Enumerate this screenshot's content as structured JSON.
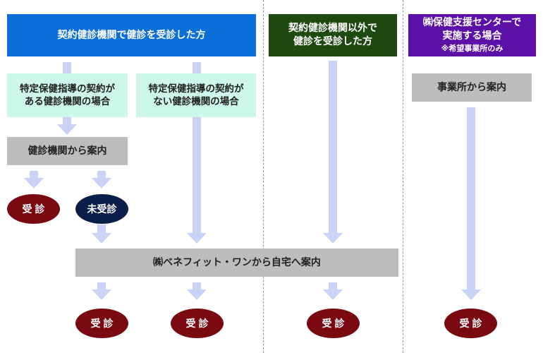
{
  "headers": {
    "contract": "契約健診機関で健診を受診した方",
    "other_line1": "契約健診機関以外で",
    "other_line2": "健診を受診した方",
    "center_line1": "㈱保健支援センターで",
    "center_line2": "実施する場合",
    "center_note": "※希望事業所のみ"
  },
  "boxes": {
    "with_contract_line1": "特定保健指導の契約が",
    "with_contract_line2": "ある健診機関の場合",
    "without_contract_line1": "特定保健指導の契約が",
    "without_contract_line2": "ない健診機関の場合",
    "from_clinic": "健診機関から案内",
    "from_office": "事業所から案内",
    "from_benefit": "㈱ベネフィット・ワンから自宅へ案内"
  },
  "pills": {
    "consulted": "受診",
    "not_consulted": "未受診"
  },
  "colors": {
    "blue": "#0a6fd8",
    "green": "#1e4a12",
    "purple": "#5b10a8",
    "maroon": "#7a0810",
    "navy": "#0b1d4a",
    "mint": "#ccf7ea",
    "grey": "#bdbdbd",
    "arrow": "#c8d3f5"
  }
}
